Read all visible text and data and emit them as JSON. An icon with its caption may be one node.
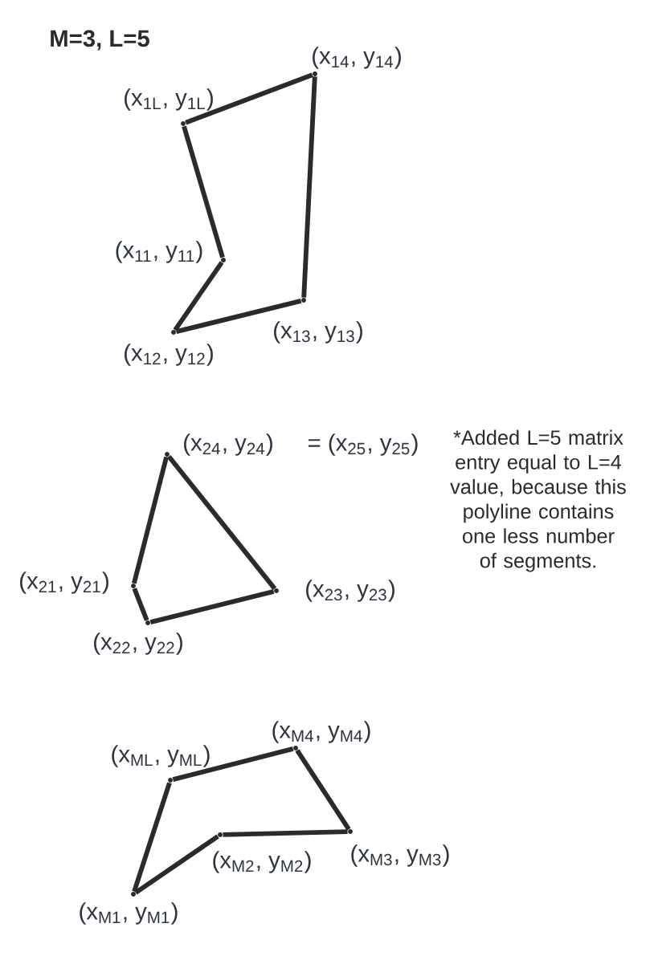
{
  "diagram": {
    "title": "M=3, L=5",
    "nodes": [
      {
        "text": [],
        "shape": "point",
        "beside": [
          "(x$_{1L}$, y$_{1L}$)"
        ]
      },
      {
        "text": [],
        "shape": "point",
        "beside": [
          "(x$_{14}$, y$_{14}$)"
        ]
      },
      {
        "text": [],
        "shape": "point",
        "beside": [
          "(x$_{11}$, y$_{11}$)"
        ]
      },
      {
        "text": [],
        "shape": "point",
        "beside": [
          "(x$_{13}$, y$_{13}$)"
        ]
      },
      {
        "text": [],
        "shape": "point",
        "beside": [
          "(x$_{12}$, y$_{12}$)"
        ]
      },
      {
        "text": [],
        "shape": "point",
        "beside": [
          "(x$_{24}$, y$_{24}$)",
          "= (x$_{25}$, y$_{25}$)"
        ]
      },
      {
        "text": [],
        "shape": "point",
        "beside": [
          "(x$_{21}$, y$_{21}$)"
        ]
      },
      {
        "text": [],
        "shape": "point",
        "beside": [
          "(x$_{23}$, y$_{23}$)"
        ]
      },
      {
        "text": [],
        "shape": "point",
        "beside": [
          "(x$_{22}$, y$_{22}$)"
        ]
      },
      {
        "text": [],
        "shape": "point",
        "beside": [
          "(x$_{M4}$, y$_{M4}$)"
        ]
      },
      {
        "text": [],
        "shape": "point",
        "beside": [
          "(x$_{ML}$, y$_{ML}$)"
        ]
      },
      {
        "text": [],
        "shape": "point",
        "beside": [
          "(x$_{M3}$, y$_{M3}$)"
        ]
      },
      {
        "text": [],
        "shape": "point",
        "beside": [
          "(x$_{M2}$, y$_{M2}$)"
        ]
      },
      {
        "text": [],
        "shape": "point",
        "beside": [
          "(x$_{M1}$, y$_{M1}$)"
        ]
      }
    ],
    "edges": [
      {
        "from": 2,
        "to": 4,
        "arrow": "none"
      },
      {
        "from": 4,
        "to": 3,
        "arrow": "none"
      },
      {
        "from": 3,
        "to": 1,
        "arrow": "none"
      },
      {
        "from": 1,
        "to": 0,
        "arrow": "none"
      },
      {
        "from": 0,
        "to": 2,
        "arrow": "none"
      },
      {
        "from": 6,
        "to": 8,
        "arrow": "none"
      },
      {
        "from": 8,
        "to": 7,
        "arrow": "none"
      },
      {
        "from": 7,
        "to": 5,
        "arrow": "none"
      },
      {
        "from": 5,
        "to": 6,
        "arrow": "none"
      },
      {
        "from": 13,
        "to": 12,
        "arrow": "none"
      },
      {
        "from": 12,
        "to": 11,
        "arrow": "none"
      },
      {
        "from": 11,
        "to": 9,
        "arrow": "none"
      },
      {
        "from": 9,
        "to": 10,
        "arrow": "none"
      },
      {
        "from": 10,
        "to": 13,
        "arrow": "none"
      }
    ],
    "labels": [
      "*Added L=5 matrix entry equal to L=4 value, because this polyline contains one less number of segments."
    ]
  }
}
